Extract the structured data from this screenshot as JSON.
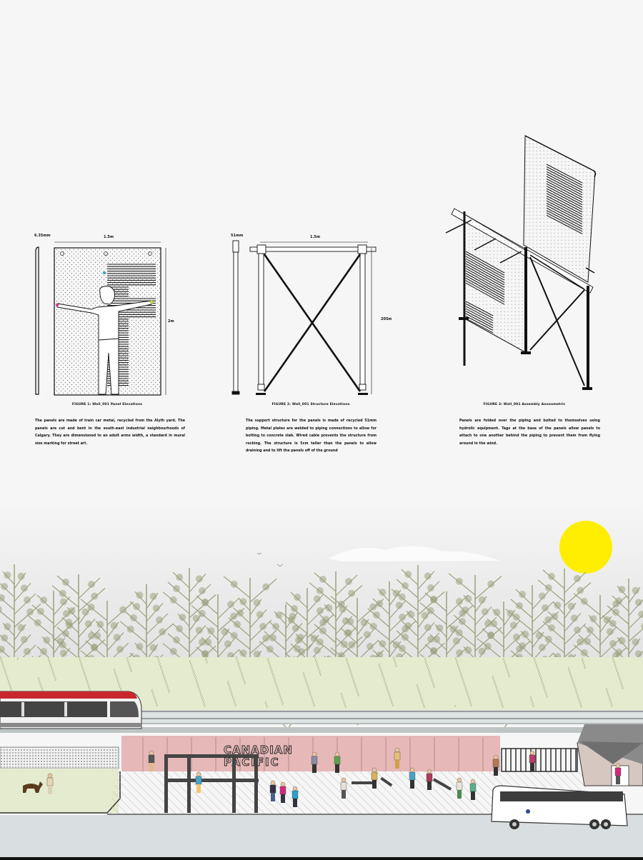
{
  "figure1": {
    "caption": "FIGURE 1: Wall_001 Panel Elevations",
    "dim_thickness": "6.35mm",
    "dim_width": "1.5m",
    "dim_height": "2m",
    "description": "The panels are made of train car metal, recycled from the Alyth yard. The panels are cut and bent in the south-east industrial neighbourhoods of Calgary. They are dimensioned to an adult arms width, a standard in mural size marking for street art."
  },
  "figure2": {
    "caption": "FIGURE 2: Wall_001 Structure Elevations",
    "dim_pipe": "51mm",
    "dim_width": "1.5m",
    "dim_height": "205m",
    "description": "The support structure for the panels is made of recycled 51mm piping. Metal plates are welded to piping connections to allow for bolting to concrete slab. Wired cable prevents the structure from rocking. The structure is 5cm taller than the panels to allow draining and to lift the panels off of the ground"
  },
  "figure3": {
    "caption": "FIGURE 3: Wall_001 Assembly Axonometric",
    "description": "Panels are folded over the piping and bolted to themselves using hydrolic equipment. Tags at the base of the panels allow panels to attach to one another behind the piping to prevent them from flying around in the wind."
  },
  "scene": {
    "sign_line1": "CANADIAN",
    "sign_line2": "PACIFIC",
    "colors": {
      "sun": "#ffee00",
      "tree": "#9aa37d",
      "grass": "#e4ebcf",
      "wall": "#e6b8b8",
      "train_stripe": "#c8282d"
    }
  }
}
